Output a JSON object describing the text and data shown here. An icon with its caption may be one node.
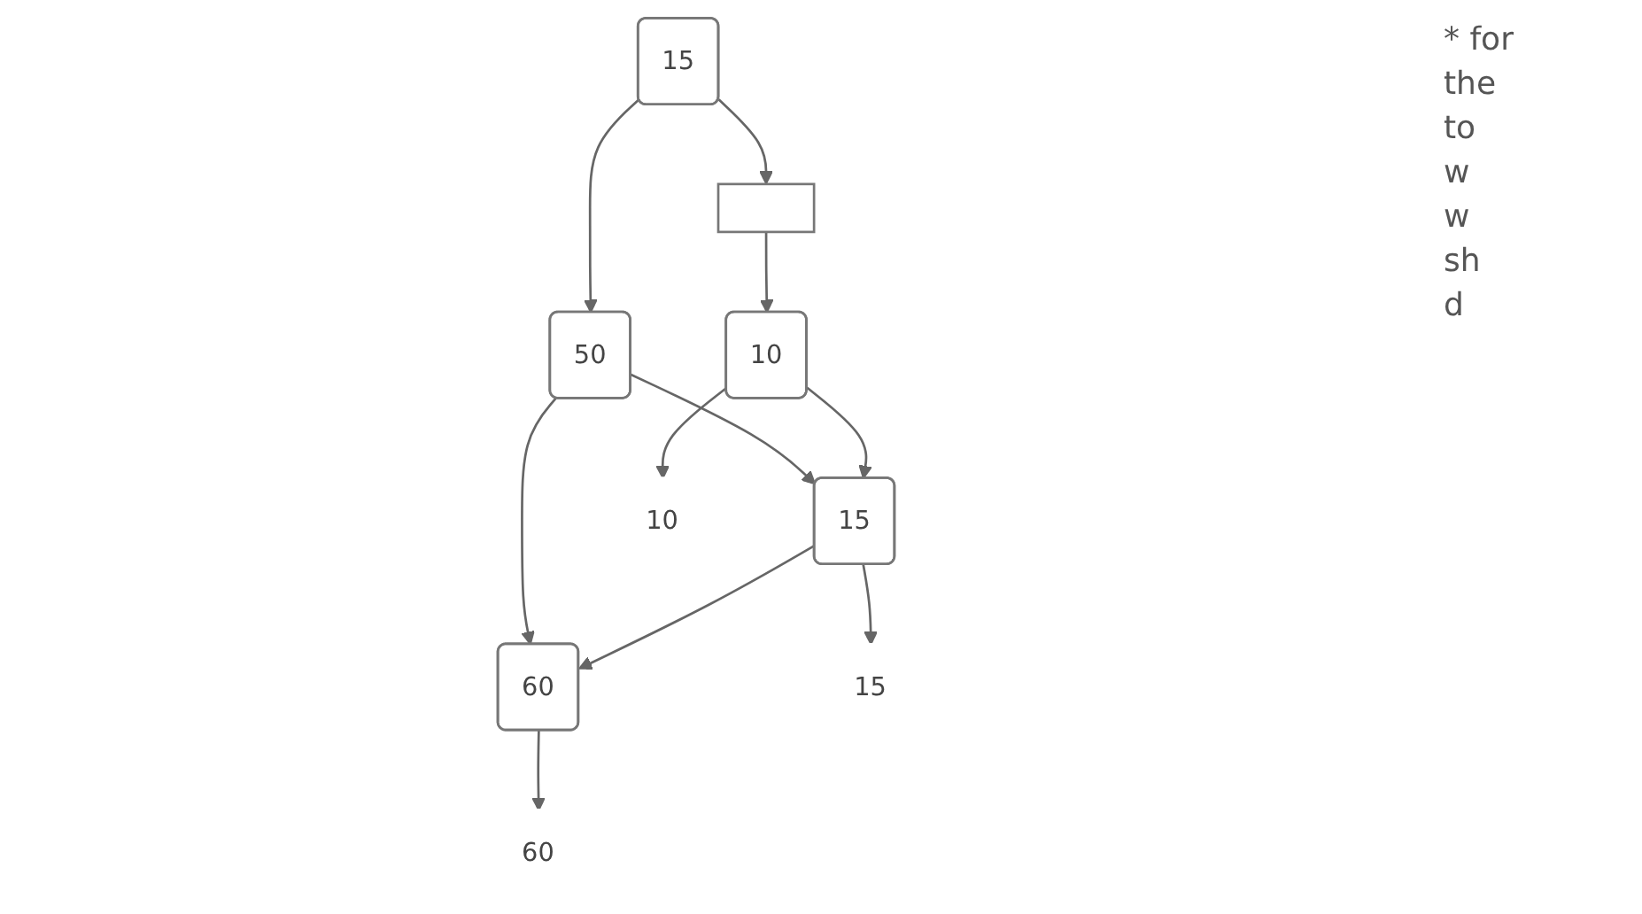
{
  "diagram": {
    "nodes": [
      {
        "text": [
          "15"
        ]
      },
      {
        "text": [],
        "shape": "box"
      },
      {
        "text": [
          "50"
        ]
      },
      {
        "text": [
          "10"
        ]
      },
      {
        "text": [
          "15"
        ]
      },
      {
        "text": [
          "60"
        ]
      },
      {
        "text": [
          "10"
        ]
      },
      {
        "text": [
          "15"
        ]
      },
      {
        "text": [
          "60"
        ]
      }
    ],
    "edges": [
      {
        "from": 0,
        "to": 1,
        "arrow": "to"
      },
      {
        "from": 0,
        "to": 2,
        "arrow": "to"
      },
      {
        "from": 1,
        "to": 3,
        "arrow": "to"
      },
      {
        "from": 2,
        "to": 4,
        "arrow": "to"
      },
      {
        "from": 2,
        "to": 5,
        "arrow": "to"
      },
      {
        "from": 3,
        "to": 4,
        "arrow": "to"
      },
      {
        "from": 4,
        "to": 5,
        "arrow": "to"
      },
      {
        "from": 3,
        "to": 6,
        "arrow": "to"
      },
      {
        "from": 4,
        "to": 7,
        "arrow": "to"
      },
      {
        "from": 5,
        "to": 8,
        "arrow": "to"
      }
    ],
    "labels": [
      "* for",
      "the",
      "to",
      "w",
      "w",
      "sh",
      "d"
    ]
  }
}
